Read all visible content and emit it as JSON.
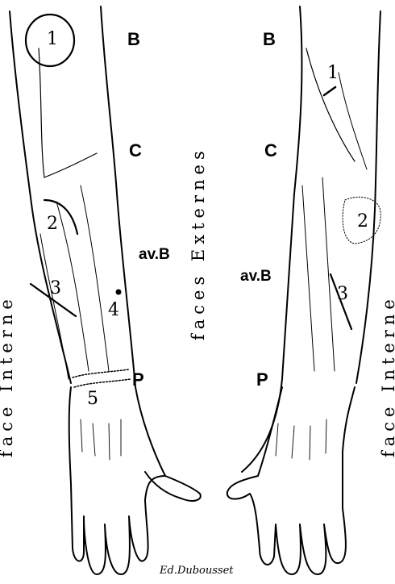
{
  "left_arm": {
    "marks": [
      "1",
      "2",
      "3",
      "4",
      "5"
    ],
    "regions": {
      "b": "B",
      "c": "C",
      "avb": "av.B",
      "p": "P"
    },
    "side_label": "face Interne"
  },
  "right_arm": {
    "marks": [
      "1",
      "2",
      "3"
    ],
    "regions": {
      "b": "B",
      "c": "C",
      "avb": "av.B",
      "p": "P"
    },
    "side_label": "face Interne"
  },
  "center_label": "faces Externes",
  "signature": "Ed.Dubousset",
  "colors": {
    "ink": "#000000",
    "paper": "#ffffff"
  }
}
